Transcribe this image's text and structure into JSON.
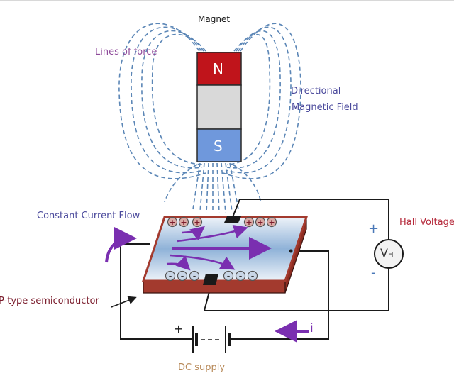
{
  "diagram": {
    "title": "Hall Effect",
    "labels": {
      "magnet": "Magnet",
      "lines_of_force": "Lines of force",
      "directional_field_line1": "Directional",
      "directional_field_line2": "Magnetic Field",
      "constant_current_flow": "Constant Current Flow",
      "hall_voltage": "Hall Voltage",
      "p_type_semiconductor": "P-type semiconductor",
      "dc_supply": "DC supply",
      "current_symbol": "i"
    },
    "magnet": {
      "north_pole": "N",
      "south_pole": "S"
    },
    "voltmeter": {
      "symbol": "V",
      "subscript": "H",
      "plus_sign": "+",
      "minus_sign": "-"
    },
    "battery": {
      "plus_sign": "+"
    },
    "carriers": {
      "top_row": [
        "+",
        "+",
        "+",
        "+",
        "+",
        "+"
      ],
      "bottom_row": [
        "-",
        "-",
        "-",
        "-",
        "-",
        "-"
      ]
    },
    "colors": {
      "north": "#c0141b",
      "middle": "#d9d9d9",
      "south": "#6f98dc",
      "field_lines": "#5b86b6",
      "slab_edge": "#a33a2e",
      "arrows": "#7a2fb0",
      "label_purple": "#8e4a9a",
      "label_blue": "#4b4a9c",
      "label_red": "#b5283a",
      "label_maroon": "#7a1b2b",
      "label_tan": "#b88a5a"
    }
  }
}
